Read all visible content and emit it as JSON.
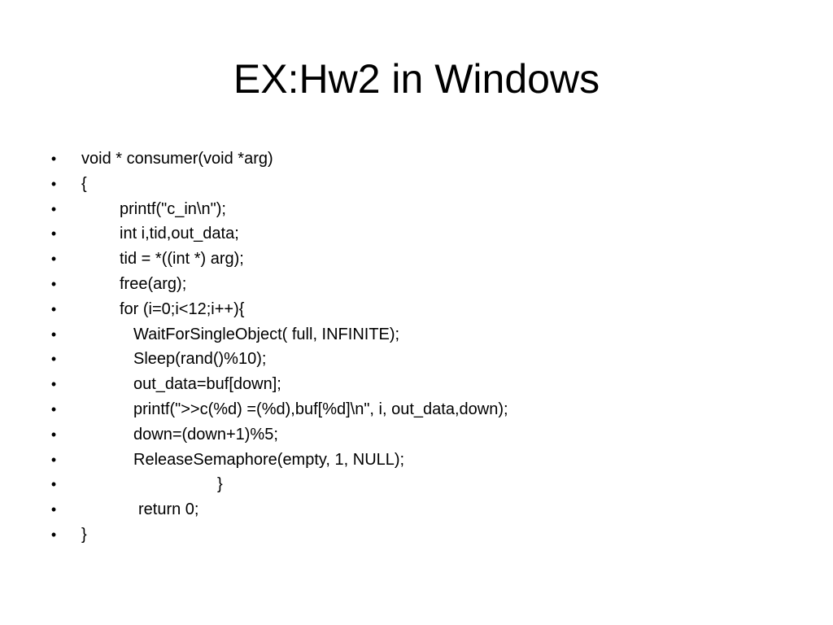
{
  "slide": {
    "title": "EX:Hw2 in Windows",
    "bullet_symbol": "•",
    "lines": [
      {
        "text": "void * consumer(void *arg)",
        "indent": 0
      },
      {
        "text": "{",
        "indent": 0
      },
      {
        "text": "printf(\"c_in\\n\");",
        "indent": 1
      },
      {
        "text": "int i,tid,out_data;",
        "indent": 1
      },
      {
        "text": "tid = *((int *) arg);",
        "indent": 1
      },
      {
        "text": "free(arg);",
        "indent": 1
      },
      {
        "text": "for (i=0;i<12;i++){",
        "indent": 1
      },
      {
        "text": "WaitForSingleObject( full, INFINITE);",
        "indent": 2
      },
      {
        "text": "Sleep(rand()%10);",
        "indent": 2
      },
      {
        "text": "out_data=buf[down];",
        "indent": 2
      },
      {
        "text": "printf(\">>c(%d) =(%d),buf[%d]\\n\", i, out_data,down);",
        "indent": 2
      },
      {
        "text": "down=(down+1)%5;",
        "indent": 2
      },
      {
        "text": "ReleaseSemaphore(empty, 1, NULL);",
        "indent": 2
      },
      {
        "text": "}",
        "indent": 4
      },
      {
        "text": "return 0;",
        "indent": 3
      },
      {
        "text": "}",
        "indent": 0
      }
    ]
  }
}
